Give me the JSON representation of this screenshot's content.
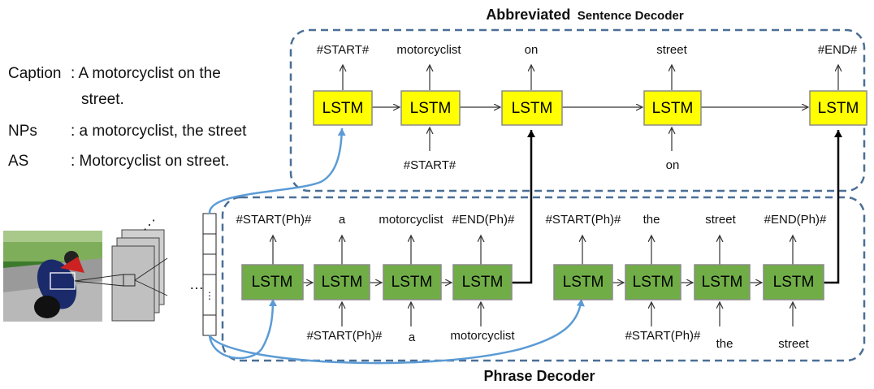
{
  "colors": {
    "frame": "#4a6f96",
    "lstm_top": "#ffff00",
    "lstm_bottom": "#70ad47",
    "lstm_border": "#8a8a8a",
    "blue_arrow": "#5b9bd5",
    "black_arrow": "#000000"
  },
  "title_top": {
    "bold": "Abbreviated",
    "rest": "Sentence Decoder"
  },
  "title_bottom": "Phrase Decoder",
  "caption_block": {
    "caption_key": "Caption",
    "caption_line1": ": A motorcyclist on the",
    "caption_line2": "street.",
    "nps_key": "NPs",
    "nps_value": ": a motorcyclist, the street",
    "as_key": "AS",
    "as_value": ": Motorcyclist on street."
  },
  "lstm_label": "LSTM",
  "sentence_decoder": {
    "outputs": [
      "#START#",
      "motorcyclist",
      "on",
      "street",
      "#END#"
    ],
    "inputs": [
      "",
      "#START#",
      "",
      "on",
      ""
    ]
  },
  "phrase_decoder": {
    "outputs": [
      "#START(Ph)#",
      "a",
      "motorcyclist",
      "#END(Ph)#",
      "#START(Ph)#",
      "the",
      "street",
      "#END(Ph)#"
    ],
    "inputs": [
      "",
      "#START(Ph)#",
      "a",
      "motorcyclist",
      "",
      "#START(Ph)#",
      "the",
      "street"
    ]
  },
  "feature_stack": {
    "dots": "⋰",
    "ellipsis": "…",
    "vdots": "⋮"
  },
  "image_icon": "motorcycle-photo"
}
